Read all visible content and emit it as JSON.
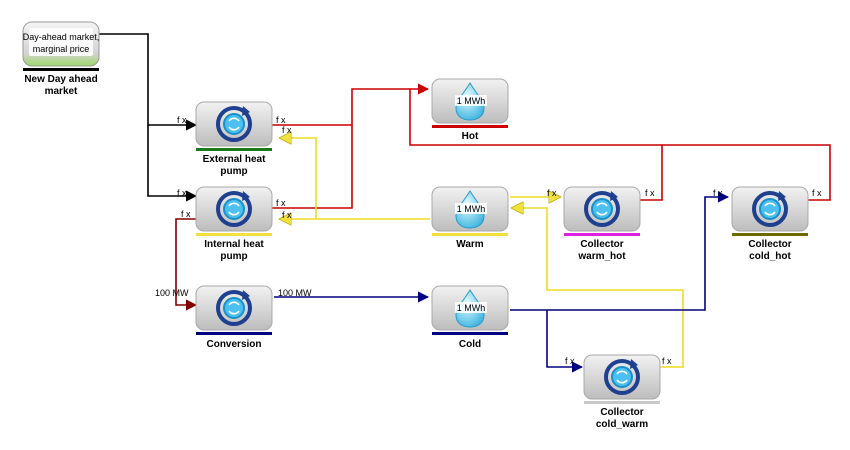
{
  "colors": {
    "black": "#000000",
    "red": "#cc0000",
    "yellow": "#f0e040",
    "navy": "#000080",
    "darkred": "#800000",
    "green": "#1a7a1a",
    "magenta": "#e020e0",
    "olive": "#6b6b00",
    "node_fill": "#d8d8d8"
  },
  "market": {
    "line1": "Day-ahead market,",
    "line2": "marginal price",
    "label1": "New Day ahead",
    "label2": "market"
  },
  "nodes": {
    "external_hp": {
      "label1": "External heat",
      "label2": "pump",
      "icon": "cycle-icon"
    },
    "internal_hp": {
      "label1": "Internal heat",
      "label2": "pump",
      "icon": "cycle-icon"
    },
    "conversion": {
      "label1": "Conversion",
      "icon": "cycle-icon"
    },
    "hot": {
      "label1": "Hot",
      "value": "1 MWh",
      "icon": "water-drop-icon"
    },
    "warm": {
      "label1": "Warm",
      "value": "1 MWh",
      "icon": "water-drop-icon"
    },
    "cold": {
      "label1": "Cold",
      "value": "1 MWh",
      "icon": "water-drop-icon"
    },
    "collector_warm_hot": {
      "label1": "Collector",
      "label2": "warm_hot",
      "icon": "cycle-icon"
    },
    "collector_cold_hot": {
      "label1": "Collector",
      "label2": "cold_hot",
      "icon": "cycle-icon"
    },
    "collector_cold_warm": {
      "label1": "Collector",
      "label2": "cold_warm",
      "icon": "cycle-icon"
    }
  },
  "ports": {
    "fx": "f x",
    "mw100": "100 MW"
  }
}
